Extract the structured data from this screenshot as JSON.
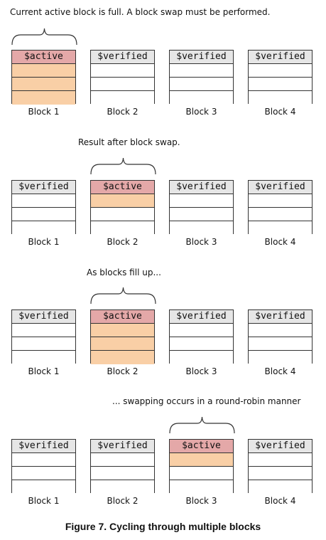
{
  "colors": {
    "active_header": "#e4a8a8",
    "verified_header": "#e6e6e6",
    "filled_row": "#f9cfa6",
    "border": "#333333"
  },
  "panels": [
    {
      "caption": "Current active block is full.  A block swap must be performed.",
      "blocks": [
        {
          "header": "$active",
          "label": "Block 1",
          "active": true,
          "filled_rows": 3
        },
        {
          "header": "$verified",
          "label": "Block 2",
          "active": false,
          "filled_rows": 0
        },
        {
          "header": "$verified",
          "label": "Block 3",
          "active": false,
          "filled_rows": 0
        },
        {
          "header": "$verified",
          "label": "Block 4",
          "active": false,
          "filled_rows": 0
        }
      ]
    },
    {
      "caption": "Result after block swap.",
      "blocks": [
        {
          "header": "$verified",
          "label": "Block 1",
          "active": false,
          "filled_rows": 0
        },
        {
          "header": "$active",
          "label": "Block 2",
          "active": true,
          "filled_rows": 1
        },
        {
          "header": "$verified",
          "label": "Block 3",
          "active": false,
          "filled_rows": 0
        },
        {
          "header": "$verified",
          "label": "Block 4",
          "active": false,
          "filled_rows": 0
        }
      ]
    },
    {
      "caption": "As blocks fill up...",
      "blocks": [
        {
          "header": "$verified",
          "label": "Block 1",
          "active": false,
          "filled_rows": 0
        },
        {
          "header": "$active",
          "label": "Block 2",
          "active": true,
          "filled_rows": 3
        },
        {
          "header": "$verified",
          "label": "Block 3",
          "active": false,
          "filled_rows": 0
        },
        {
          "header": "$verified",
          "label": "Block 4",
          "active": false,
          "filled_rows": 0
        }
      ]
    },
    {
      "caption": "... swapping  occurs in a round-robin  manner",
      "blocks": [
        {
          "header": "$verified",
          "label": "Block 1",
          "active": false,
          "filled_rows": 0
        },
        {
          "header": "$verified",
          "label": "Block 2",
          "active": false,
          "filled_rows": 0
        },
        {
          "header": "$active",
          "label": "Block 3",
          "active": true,
          "filled_rows": 1
        },
        {
          "header": "$verified",
          "label": "Block 4",
          "active": false,
          "filled_rows": 0
        }
      ]
    }
  ],
  "figure_caption": "Figure 7. Cycling through multiple blocks"
}
